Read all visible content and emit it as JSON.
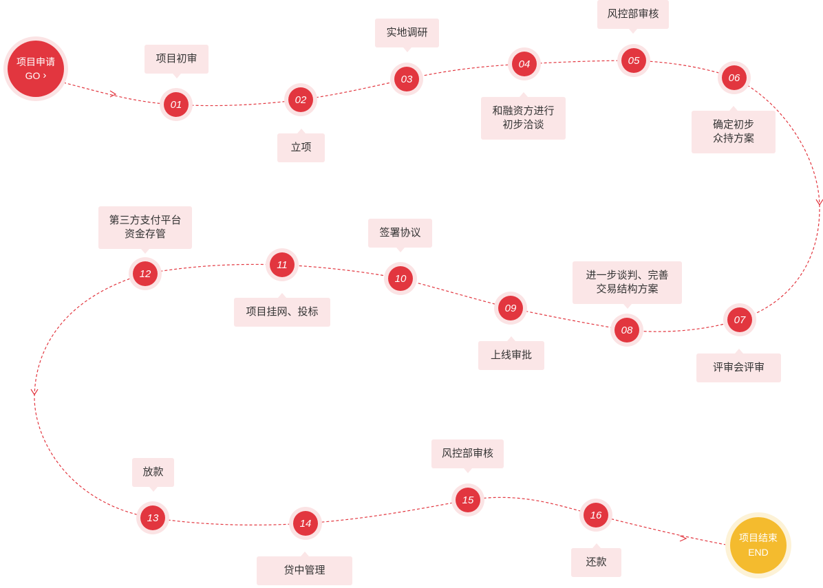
{
  "start": {
    "title": "项目申请",
    "action": "GO",
    "chevron": "chevron-right-icon"
  },
  "end": {
    "title": "项目结束",
    "action": "END"
  },
  "colors": {
    "node": "#e2363f",
    "node_ring": "#fbe3e4",
    "label_bg": "#fbe6e7",
    "end": "#f4bb2e",
    "end_ring": "#fdf2d6",
    "path": "#e2363f"
  },
  "steps": [
    {
      "num": "01",
      "label": [
        "项目初审"
      ]
    },
    {
      "num": "02",
      "label": [
        "立项"
      ]
    },
    {
      "num": "03",
      "label": [
        "实地调研"
      ]
    },
    {
      "num": "04",
      "label": [
        "和融资方进行",
        "初步洽谈"
      ]
    },
    {
      "num": "05",
      "label": [
        "风控部审核"
      ]
    },
    {
      "num": "06",
      "label": [
        "确定初步",
        "众持方案"
      ]
    },
    {
      "num": "07",
      "label": [
        "评审会评审"
      ]
    },
    {
      "num": "08",
      "label": [
        "进一步谈判、完善",
        "交易结构方案"
      ]
    },
    {
      "num": "09",
      "label": [
        "上线审批"
      ]
    },
    {
      "num": "10",
      "label": [
        "签署协议"
      ]
    },
    {
      "num": "11",
      "label": [
        "项目挂网、投标"
      ]
    },
    {
      "num": "12",
      "label": [
        "第三方支付平台",
        "资金存管"
      ]
    },
    {
      "num": "13",
      "label": [
        "放款"
      ]
    },
    {
      "num": "14",
      "label": [
        "贷中管理"
      ]
    },
    {
      "num": "15",
      "label": [
        "风控部审核"
      ]
    },
    {
      "num": "16",
      "label": [
        "还款"
      ]
    }
  ]
}
